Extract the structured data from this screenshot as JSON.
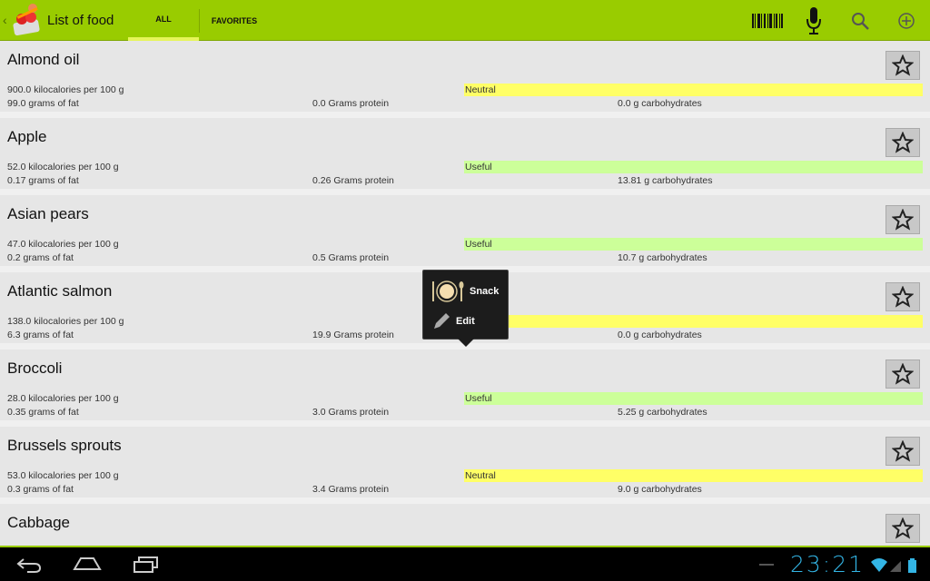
{
  "action_bar": {
    "title": "List of food",
    "tabs": [
      {
        "label": "ALL",
        "active": true
      },
      {
        "label": "FAVORITES",
        "active": false
      }
    ],
    "icons": [
      "barcode-icon",
      "microphone-icon",
      "search-icon",
      "add-icon"
    ],
    "color": "#99cc00"
  },
  "foods": [
    {
      "name": "Almond oil",
      "kcal": "900.0 kilocalories per 100 g",
      "fat": "99.0 grams of fat",
      "protein": "0.0 Grams protein",
      "carbs": "0.0 g carbohydrates",
      "tag": "Neutral",
      "tag_color": "#ffff66"
    },
    {
      "name": "Apple",
      "kcal": "52.0 kilocalories per 100 g",
      "fat": "0.17 grams of fat",
      "protein": "0.26 Grams protein",
      "carbs": "13.81 g carbohydrates",
      "tag": "Useful",
      "tag_color": "#ccff99"
    },
    {
      "name": "Asian pears",
      "kcal": "47.0 kilocalories per 100 g",
      "fat": "0.2 grams of fat",
      "protein": "0.5 Grams protein",
      "carbs": "10.7 g carbohydrates",
      "tag": "Useful",
      "tag_color": "#ccff99"
    },
    {
      "name": "Atlantic salmon",
      "kcal": "138.0 kilocalories per 100 g",
      "fat": "6.3 grams of fat",
      "protein": "19.9 Grams protein",
      "carbs": "0.0 g carbohydrates",
      "tag": "",
      "tag_color": "#ffff66"
    },
    {
      "name": "Broccoli",
      "kcal": "28.0 kilocalories per 100 g",
      "fat": "0.35 grams of fat",
      "protein": "3.0 Grams protein",
      "carbs": "5.25 g carbohydrates",
      "tag": "Useful",
      "tag_color": "#ccff99"
    },
    {
      "name": "Brussels sprouts",
      "kcal": "53.0 kilocalories per 100 g",
      "fat": "0.3 grams of fat",
      "protein": "3.4 Grams protein",
      "carbs": "9.0 g carbohydrates",
      "tag": "Neutral",
      "tag_color": "#ffff66"
    },
    {
      "name": "Cabbage",
      "kcal": "",
      "fat": "",
      "protein": "",
      "carbs": "",
      "tag": "",
      "tag_color": "#ccff99"
    }
  ],
  "popup": {
    "items": [
      {
        "label": "Snack",
        "icon": "plate-icon"
      },
      {
        "label": "Edit",
        "icon": "pencil-icon"
      }
    ]
  },
  "status_bar": {
    "time": "23:21"
  }
}
